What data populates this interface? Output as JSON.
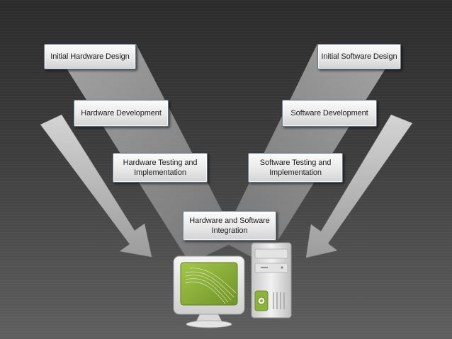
{
  "diagram": {
    "boxes": {
      "initial_hw": "Initial Hardware Design",
      "initial_sw": "Initial Software Design",
      "hw_dev": "Hardware Development",
      "sw_dev": "Software Development",
      "hw_test": "Hardware Testing and\n    Implementation",
      "sw_test": "Software Testing and\n    Implementation",
      "integration": "Hardware and Software\n       Integration"
    },
    "colors": {
      "screen": "#8db33a",
      "v_shape": "#9a9a9a",
      "arrow": "#c4c4c4",
      "box_border": "#6c7a87",
      "power_button": "#8db33a"
    },
    "icons": [
      "left-arrow-icon",
      "right-arrow-icon",
      "monitor-icon",
      "computer-tower-icon"
    ]
  }
}
